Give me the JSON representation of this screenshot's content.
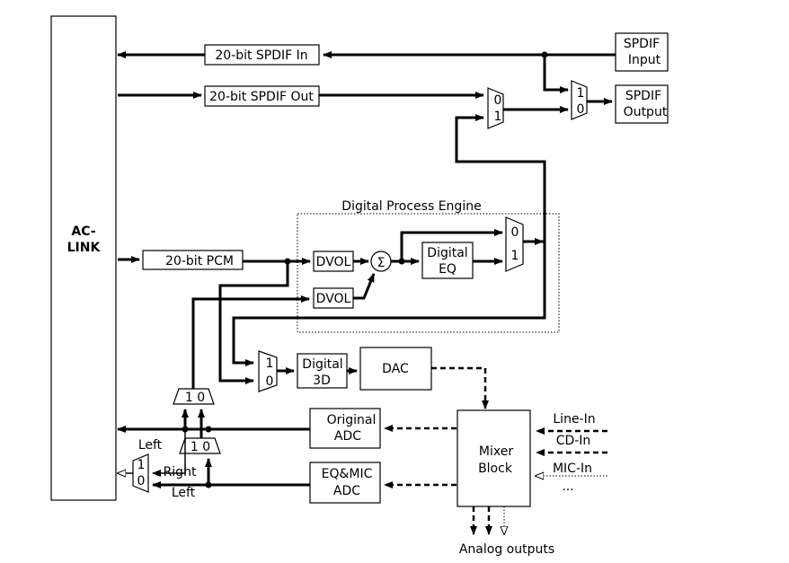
{
  "ac_link": [
    "AC-",
    "LINK"
  ],
  "spdif_in": "20-bit SPDIF In",
  "spdif_out": "20-bit SPDIF Out",
  "spdif_input": [
    "SPDIF",
    "Input"
  ],
  "spdif_output": [
    "SPDIF",
    "Output"
  ],
  "pcm": "20-bit PCM",
  "engine_title": "Digital Process Engine",
  "dvol": "DVOL",
  "sigma": "Σ",
  "digital_eq": [
    "Digital",
    "EQ"
  ],
  "digital_3d": [
    "Digital",
    "3D"
  ],
  "dac": "DAC",
  "original_adc": [
    "Original",
    "ADC"
  ],
  "eq_mic_adc": [
    "EQ&MIC",
    "ADC"
  ],
  "mixer": [
    "Mixer",
    "Block"
  ],
  "inputs": [
    "Line-In",
    "CD-In",
    "MIC-In",
    "..."
  ],
  "analog_outputs": "Analog outputs",
  "mux_labels": {
    "zero": "0",
    "one": "1"
  },
  "channel_labels": {
    "left": "Left",
    "right": "Right"
  }
}
